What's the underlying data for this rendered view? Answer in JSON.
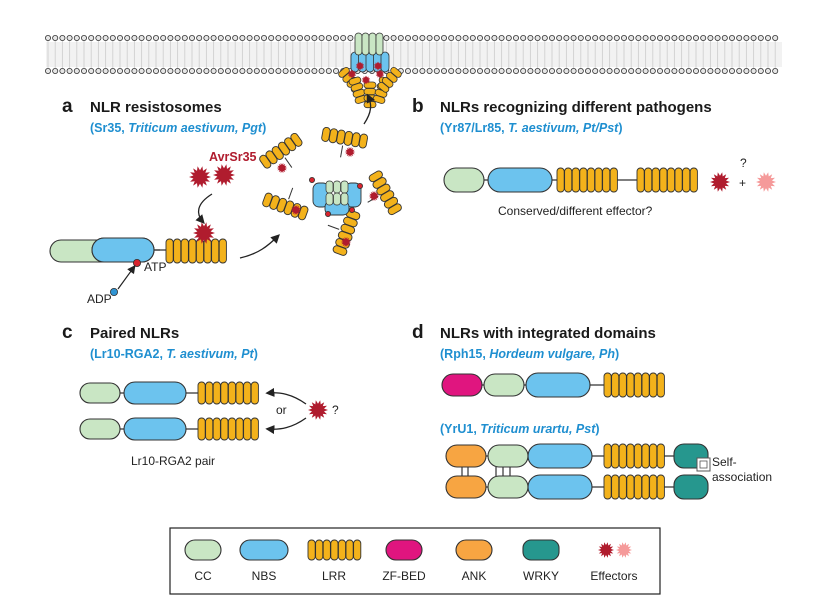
{
  "colors": {
    "cc": "#c9e6c4",
    "nbs": "#6cc3ee",
    "lrr": "#f3b21b",
    "zfbed": "#e0157f",
    "ank": "#f7a542",
    "wrky": "#26978e",
    "effector_dark": "#b01c2e",
    "effector_light": "#f59a9a",
    "subtitle": "#1f8fd0",
    "membrane": "#d9d9d9"
  },
  "panel_a": {
    "letter": "a",
    "title": "NLR resistosomes",
    "subtitle_pre": "(Sr35, ",
    "subtitle_italic": "Triticum aestivum, Pgt",
    "subtitle_post": ")",
    "effector_label": "AvrSr35",
    "atp_label": "ATP",
    "adp_label": "ADP"
  },
  "panel_b": {
    "letter": "b",
    "title": "NLRs recognizing different pathogens",
    "subtitle_pre": "(Yr87/Lr85, ",
    "subtitle_italic": "T. aestivum, Pt/Pst",
    "subtitle_post": ")",
    "question": "?",
    "plus": "+",
    "caption": "Conserved/different effector?"
  },
  "panel_c": {
    "letter": "c",
    "title": "Paired NLRs",
    "subtitle_pre": "(Lr10-RGA2, ",
    "subtitle_italic": "T. aestivum, Pt",
    "subtitle_post": ")",
    "or_label": "or",
    "question": "?",
    "caption": "Lr10-RGA2 pair"
  },
  "panel_d": {
    "letter": "d",
    "title": "NLRs with integrated domains",
    "subtitle1_pre": "(Rph15, ",
    "subtitle1_italic": "Hordeum vulgare, Ph",
    "subtitle1_post": ")",
    "subtitle2_pre": "(YrU1, ",
    "subtitle2_italic": "Triticum urartu, Pst",
    "subtitle2_post": ")",
    "self_assoc_line1": "Self-",
    "self_assoc_line2": "association"
  },
  "legend": {
    "items": [
      {
        "label": "CC",
        "icon": "cc-domain"
      },
      {
        "label": "NBS",
        "icon": "nbs-domain"
      },
      {
        "label": "LRR",
        "icon": "lrr-domain"
      },
      {
        "label": "ZF-BED",
        "icon": "zf-bed-domain"
      },
      {
        "label": "ANK",
        "icon": "ank-domain"
      },
      {
        "label": "WRKY",
        "icon": "wrky-domain"
      },
      {
        "label": "Effectors",
        "icon": "effector-star"
      }
    ]
  }
}
